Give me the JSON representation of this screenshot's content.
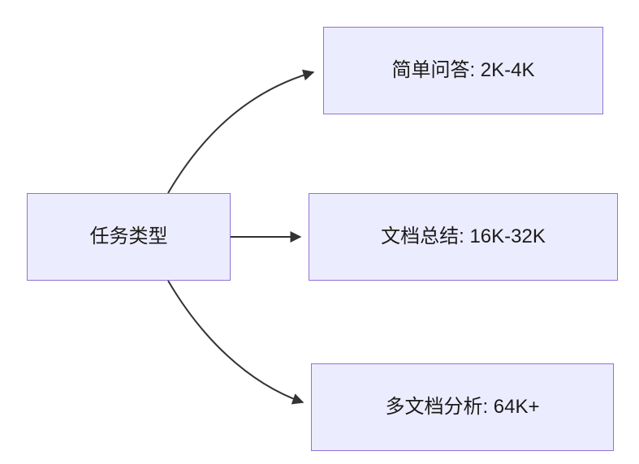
{
  "diagram": {
    "type": "flowchart",
    "direction": "left-to-right",
    "root": {
      "id": "task-type",
      "label": "任务类型"
    },
    "nodes": [
      {
        "id": "simple-qa",
        "label": "简单问答: 2K-4K"
      },
      {
        "id": "doc-summary",
        "label": "文档总结: 16K-32K"
      },
      {
        "id": "multi-doc",
        "label": "多文档分析: 64K+"
      }
    ],
    "edges": [
      {
        "from": "任务类型",
        "to": "简单问答: 2K-4K"
      },
      {
        "from": "任务类型",
        "to": "文档总结: 16K-32K"
      },
      {
        "from": "任务类型",
        "to": "多文档分析: 64K+"
      }
    ],
    "colors": {
      "node_fill": "#ECECFF",
      "node_border": "#9370DB",
      "edge": "#333333",
      "text": "#1a1a1a",
      "background": "#FFFFFF"
    }
  }
}
